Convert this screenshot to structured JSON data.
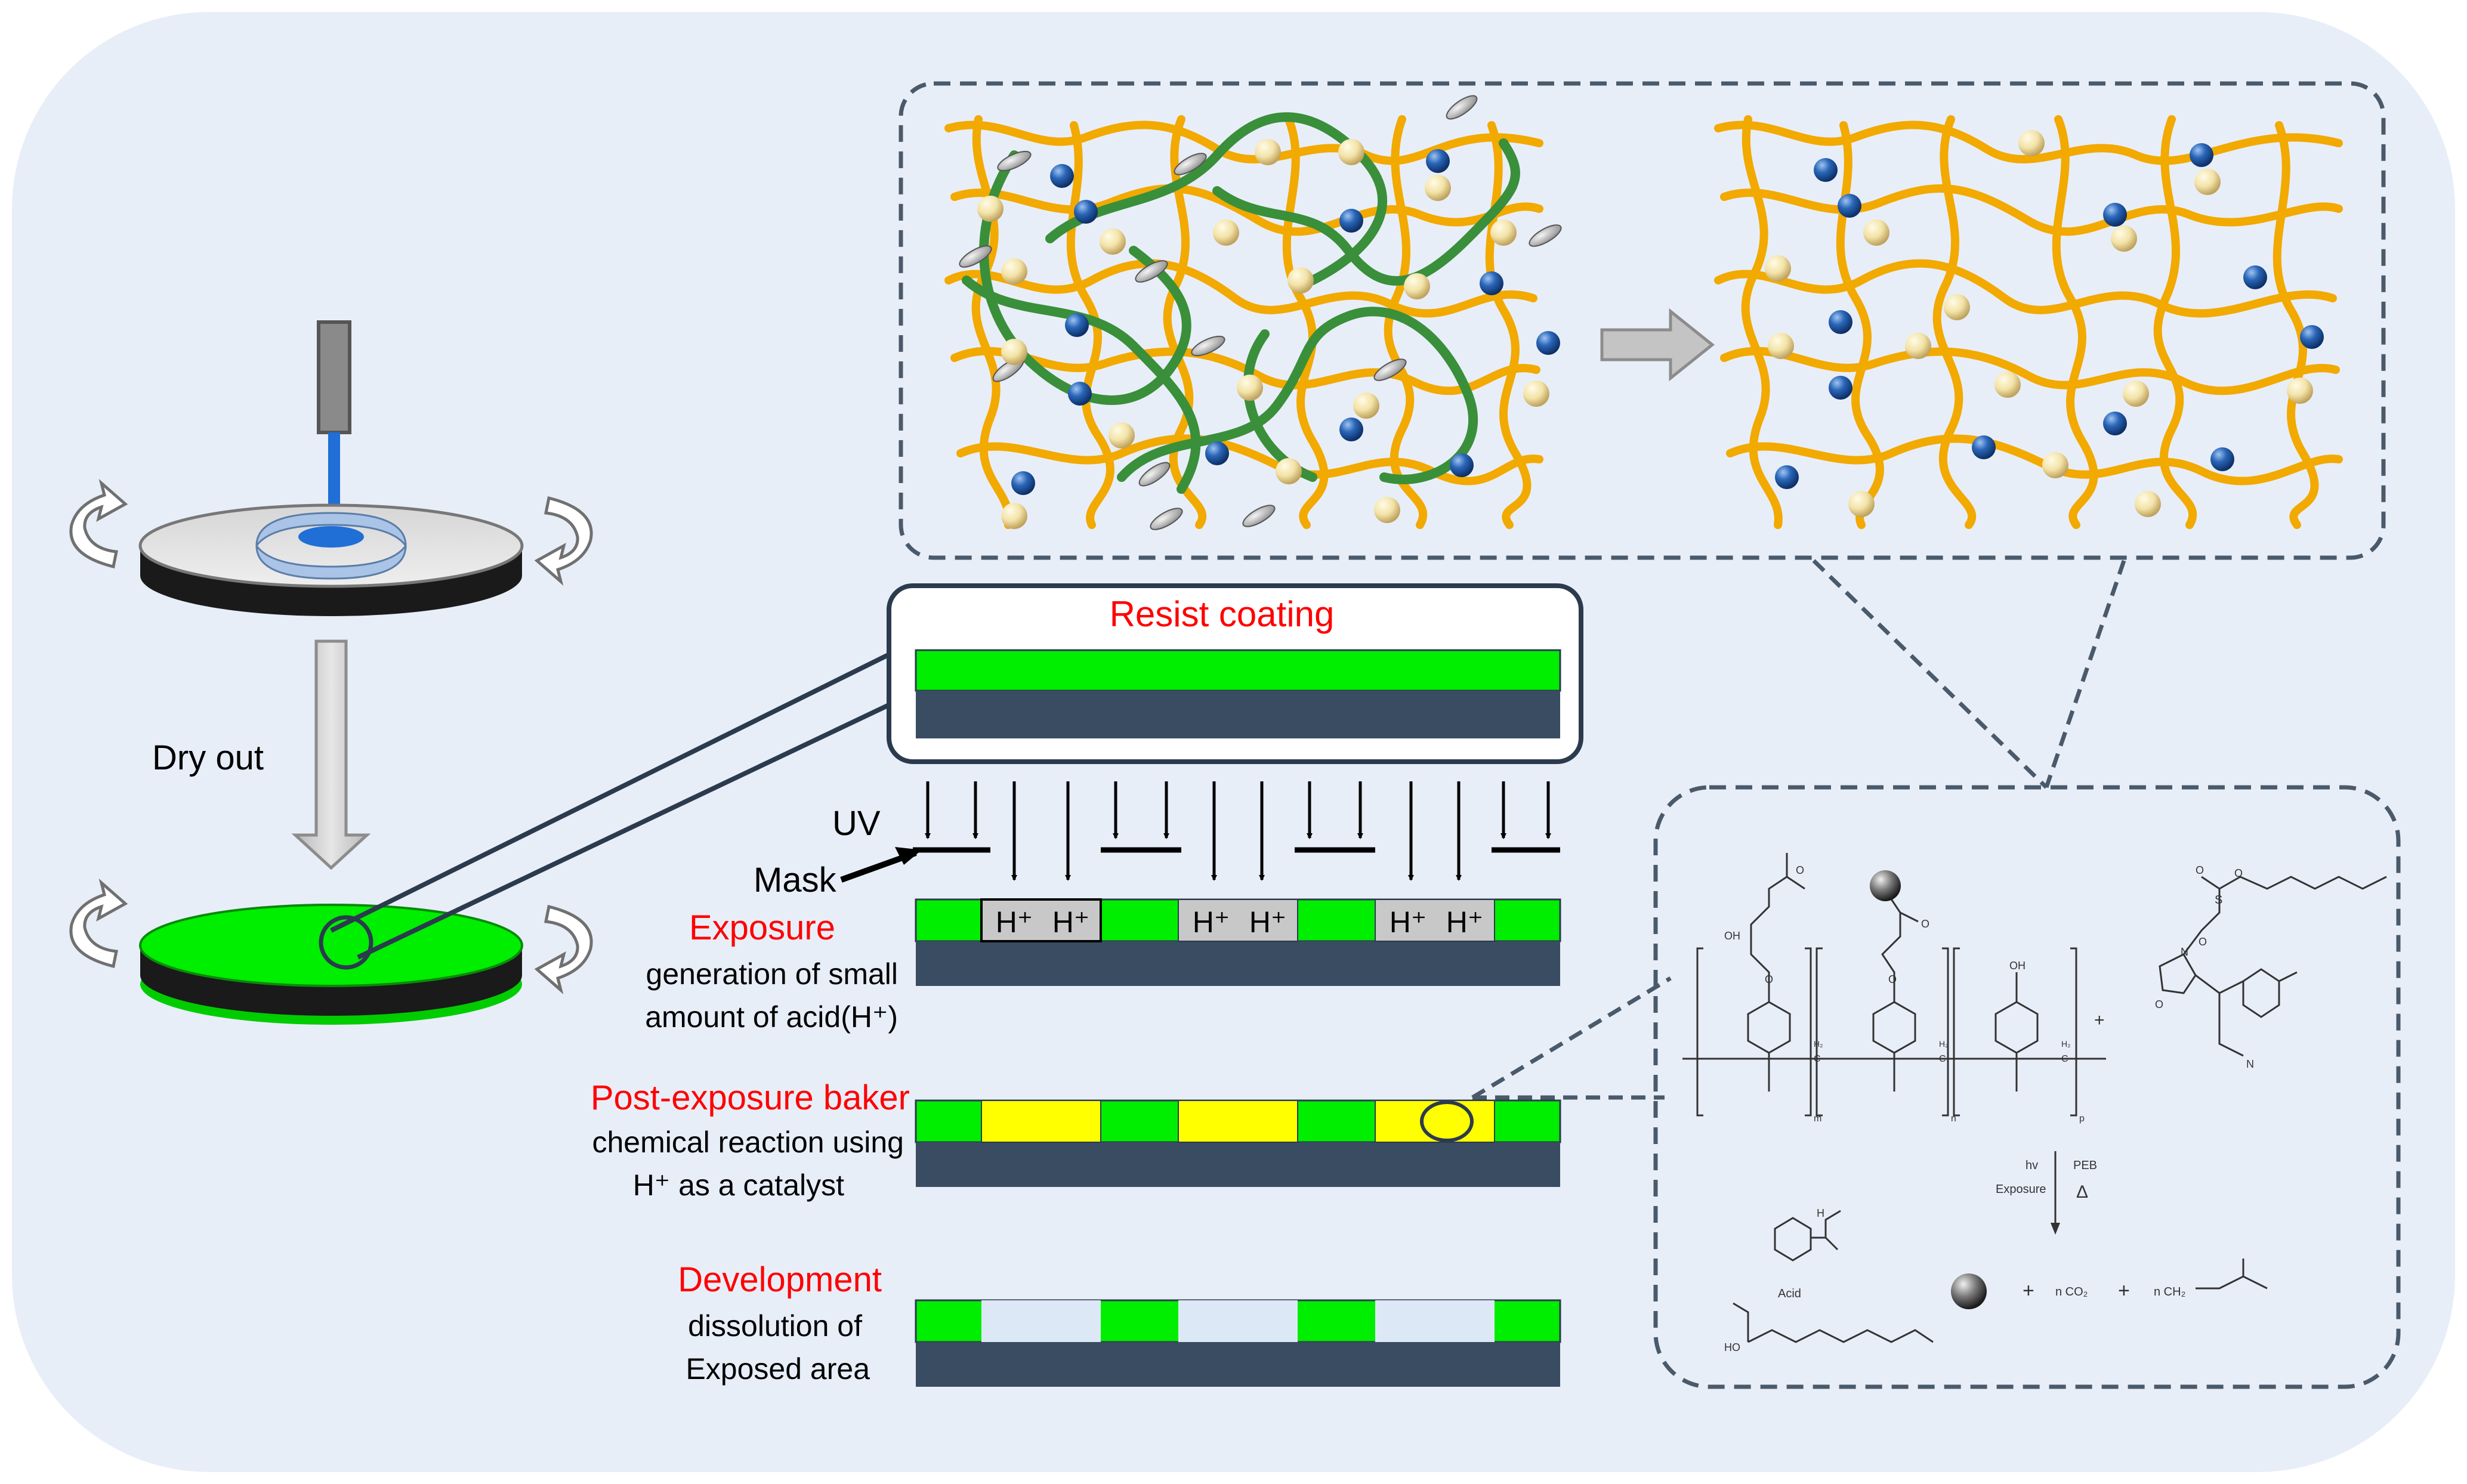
{
  "labels": {
    "dry_out": "Dry out",
    "resist_coating": "Resist coating",
    "uv": "UV",
    "mask": "Mask",
    "h_plus": "H⁺",
    "exposure": {
      "title": "Exposure",
      "line1": "generation of small",
      "line2": "amount of acid(H⁺)"
    },
    "peb": {
      "title": "Post-exposure baker",
      "line1": "chemical reaction using",
      "line2": "H⁺ as a catalyst"
    },
    "development": {
      "title": "Development",
      "line1": "dissolution of",
      "line2": "Exposed area"
    },
    "chem": {
      "hv": "hv",
      "exposure": "Exposure",
      "peb": "PEB",
      "delta": "Δ",
      "acid": "Acid",
      "co2": "n CO₂",
      "alkene": "n CH₂",
      "plus": "+",
      "oh": "OH",
      "h": "H",
      "o": "O",
      "s": "S",
      "n": "N",
      "ho": "HO",
      "sub_m": "m",
      "sub_n": "n",
      "sub_p": "p",
      "h2": "H₂",
      "c": "C"
    }
  },
  "colors": {
    "background": "#e8eef8",
    "resist_green": "#00ee00",
    "substrate": "#3a4c62",
    "acid_yellow": "#ffff00",
    "exposed_gray": "#c8c8c8",
    "developed_blue": "#dde8f6",
    "title_red": "#ff0000",
    "polymer_orange": "#f2a900",
    "protecting_green": "#3a8f3a",
    "node_blue": "#2a66b8",
    "particle_cream": "#f3e3a8",
    "dashed_border": "#4a5a6a",
    "arrow_gray": "#c4c4c4"
  }
}
